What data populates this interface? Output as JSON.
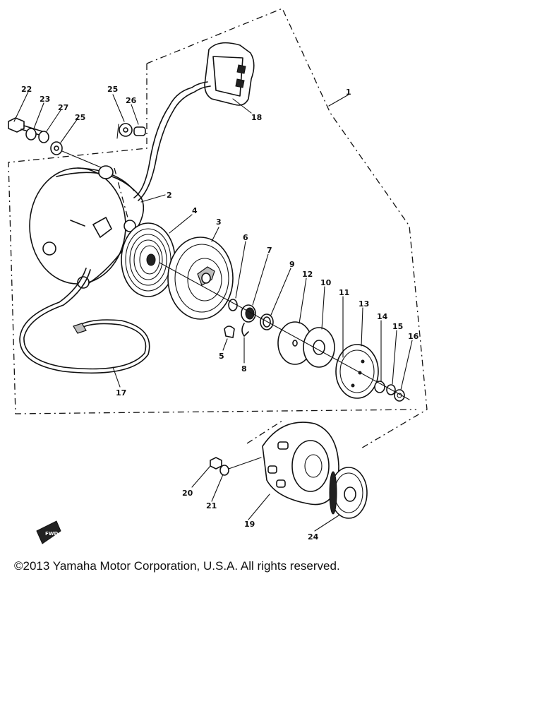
{
  "callouts": {
    "c1": "1",
    "c2": "2",
    "c3": "3",
    "c4": "4",
    "c5": "5",
    "c6": "6",
    "c7": "7",
    "c8": "8",
    "c9": "9",
    "c10": "10",
    "c11": "11",
    "c12": "12",
    "c13": "13",
    "c14": "14",
    "c15": "15",
    "c16": "16",
    "c17": "17",
    "c18": "18",
    "c19": "19",
    "c20": "20",
    "c21": "21",
    "c22": "22",
    "c23": "23",
    "c24": "24",
    "c25a": "25",
    "c25b": "25",
    "c26": "26",
    "c27": "27"
  },
  "fwd_mark": "FWD",
  "copyright": "©2013 Yamaha Motor Corporation, U.S.A. All rights reserved."
}
